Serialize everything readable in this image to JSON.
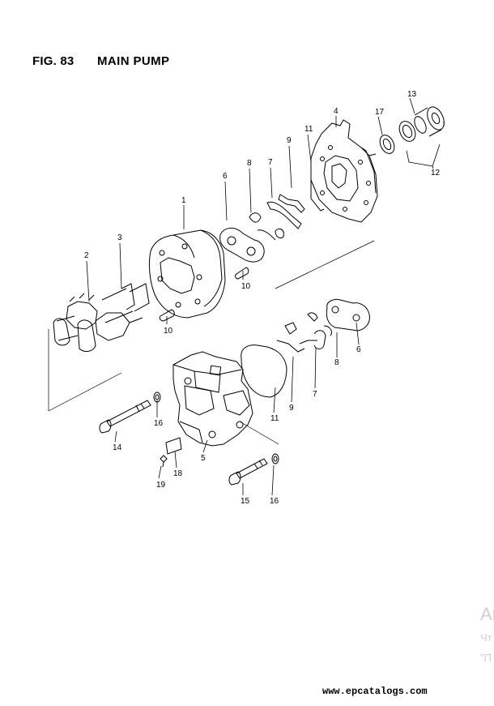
{
  "figure": {
    "number_label": "FIG. 83",
    "title": "MAIN PUMP"
  },
  "callouts": [
    "1",
    "2",
    "3",
    "4",
    "5",
    "6",
    "6",
    "7",
    "7",
    "8",
    "8",
    "9",
    "9",
    "10",
    "10",
    "11",
    "11",
    "12",
    "13",
    "14",
    "15",
    "16",
    "16",
    "17",
    "18",
    "19"
  ],
  "watermark": {
    "line1": "Ar",
    "line2": "Чт",
    "line3": "\"П"
  },
  "footer": {
    "url": "www.epcatalogs.com"
  }
}
